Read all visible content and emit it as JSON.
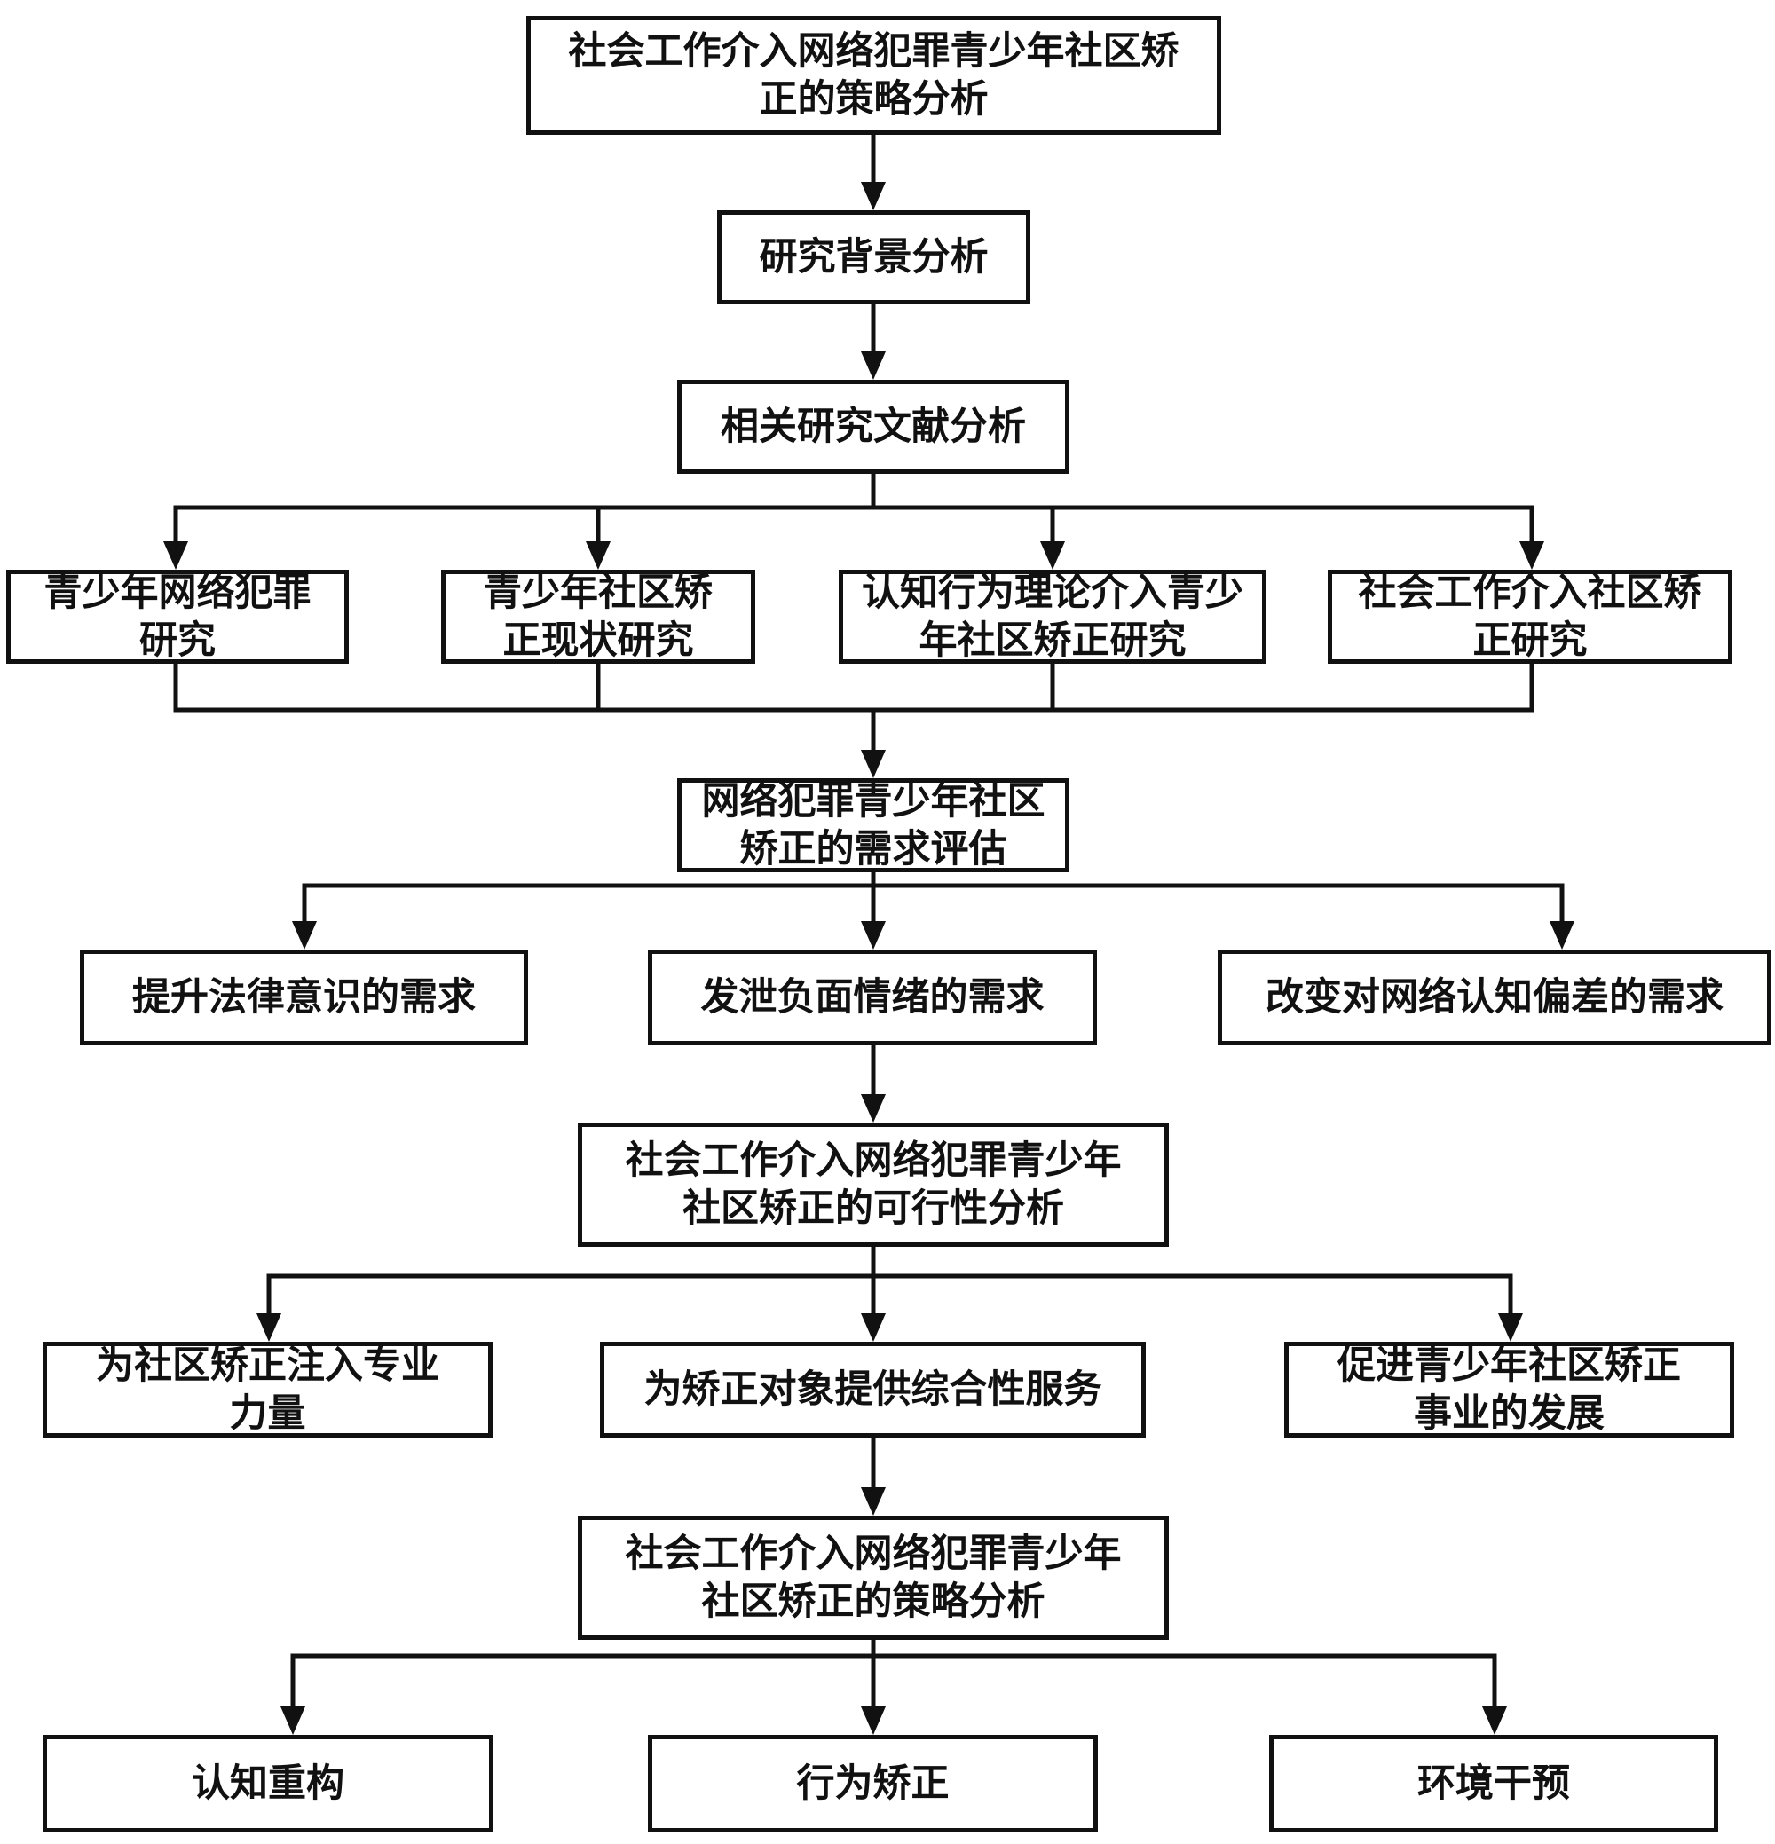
{
  "colors": {
    "stroke": "#111111",
    "background": "#ffffff",
    "text": "#111111"
  },
  "nodes": {
    "title": "社会工作介入网络犯罪青少年社区矫正的策略分析",
    "background": "研究背景分析",
    "literature": "相关研究文献分析",
    "lit_1": "青少年网络犯罪研究",
    "lit_2": "青少年社区矫正现状研究",
    "lit_3": "认知行为理论介入青少年社区矫正研究",
    "lit_4": "社会工作介入社区矫正研究",
    "needs": "网络犯罪青少年社区矫正的需求评估",
    "need_1": "提升法律意识的需求",
    "need_2": "发泄负面情绪的需求",
    "need_3": "改变对网络认知偏差的需求",
    "feasibility": "社会工作介入网络犯罪青少年社区矫正的可行性分析",
    "feas_1": "为社区矫正注入专业力量",
    "feas_2": "为矫正对象提供综合性服务",
    "feas_3": "促进青少年社区矫正事业的发展",
    "strategy": "社会工作介入网络犯罪青少年社区矫正的策略分析",
    "strat_1": "认知重构",
    "strat_2": "行为矫正",
    "strat_3": "环境干预"
  }
}
